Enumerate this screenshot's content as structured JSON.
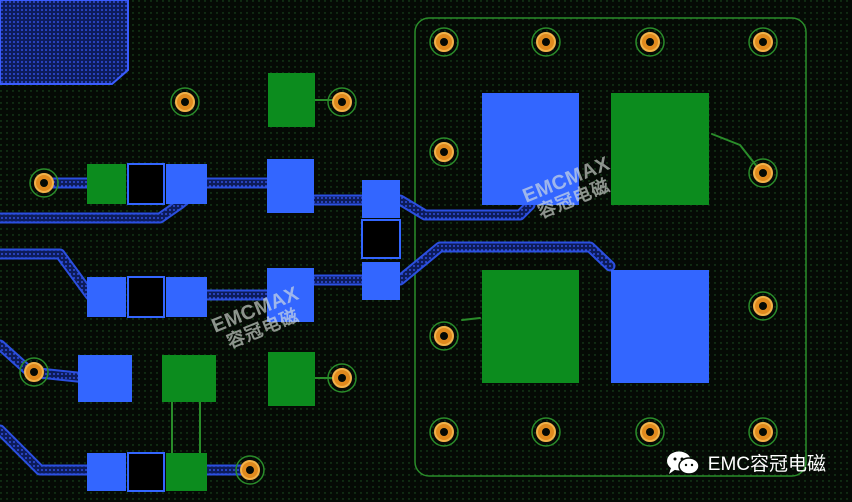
{
  "watermark": {
    "line1": "EMCMAX",
    "line2": "容冠电磁"
  },
  "brand": {
    "label": "EMC容冠电磁",
    "icon": "wechat-icon"
  },
  "colors": {
    "background": "#050a05",
    "dots": "#1f5a24",
    "copper_blue": "#3366ff",
    "copper_green": "#0c8c1e",
    "outline": "#2a8c2a",
    "trace": "#2b4fe0",
    "via_ring": "#e08a1e"
  }
}
